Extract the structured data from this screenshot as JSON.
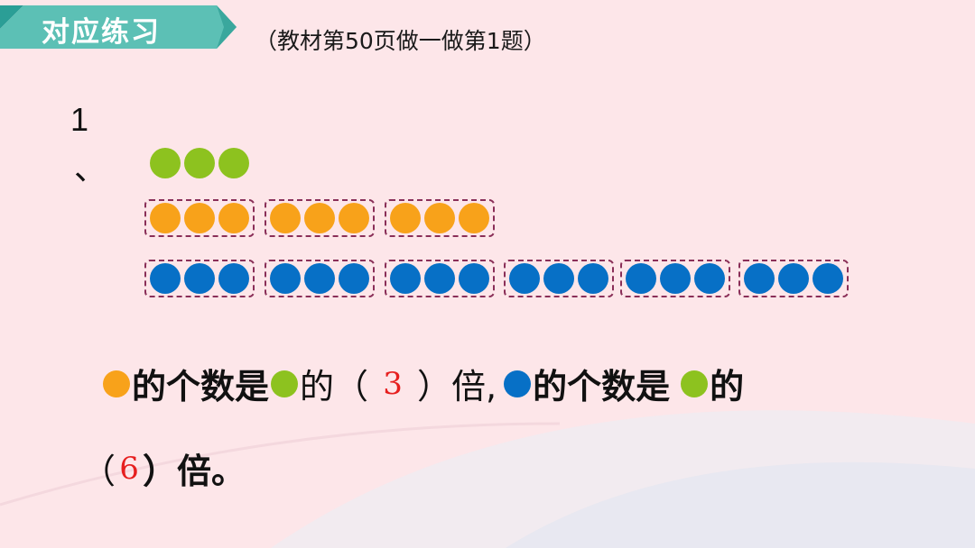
{
  "header": {
    "banner_title": "对应练习",
    "subtitle": "（教材第50页做一做第1题）"
  },
  "question": {
    "number": "1",
    "separator": "、"
  },
  "figure": {
    "green_count": 3,
    "orange_groups": 3,
    "blue_groups": 6,
    "dots_per_group": 3,
    "colors": {
      "green": "#8dc21f",
      "orange": "#f8a21a",
      "blue": "#0770c6",
      "answer": "#e61f1f"
    }
  },
  "sentence": {
    "part1": "的个数是",
    "part2": "的（",
    "answer1": "3",
    "part3": "）倍,",
    "part4": "的个数是",
    "part5": "的",
    "line2_open": "（",
    "answer2": "6",
    "line2_close": "）倍。"
  }
}
